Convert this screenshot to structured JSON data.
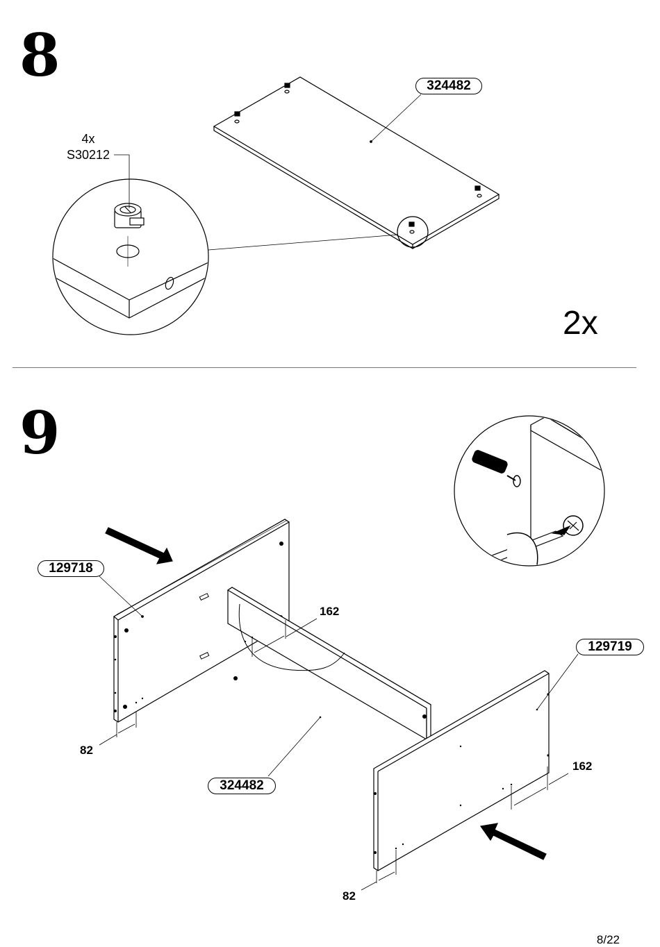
{
  "steps": [
    {
      "number": "8",
      "part_label": "324482",
      "hardware_qty": "4x",
      "hardware_code": "S30212",
      "multiplier": "2x"
    },
    {
      "number": "9",
      "parts": {
        "left_panel": "129718",
        "right_panel": "129719",
        "center_panel": "324482"
      },
      "dimensions": {
        "top_offset": "162",
        "left_offset": "82",
        "right_offset": "162",
        "bottom_offset": "82"
      }
    }
  ],
  "page": {
    "number": "8/22"
  }
}
